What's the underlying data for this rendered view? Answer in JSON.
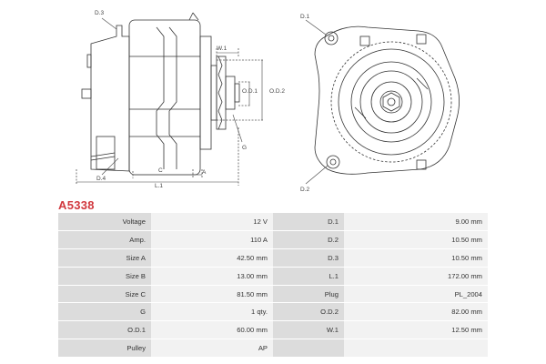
{
  "product": {
    "code": "A5338"
  },
  "drawing": {
    "labels": {
      "d3": "D.3",
      "d4": "D.4",
      "w1": "W.1",
      "od1": "O.D.1",
      "od2": "O.D.2",
      "g": "G",
      "c": "C",
      "a": "A",
      "l1": "L.1",
      "d1": "D.1",
      "d2": "D.2"
    }
  },
  "specs": [
    {
      "k1": "Voltage",
      "v1": "12 V",
      "k2": "D.1",
      "v2": "9.00 mm"
    },
    {
      "k1": "Amp.",
      "v1": "110 A",
      "k2": "D.2",
      "v2": "10.50 mm"
    },
    {
      "k1": "Size A",
      "v1": "42.50 mm",
      "k2": "D.3",
      "v2": "10.50 mm"
    },
    {
      "k1": "Size B",
      "v1": "13.00 mm",
      "k2": "L.1",
      "v2": "172.00 mm"
    },
    {
      "k1": "Size C",
      "v1": "81.50 mm",
      "k2": "Plug",
      "v2": "PL_2004"
    },
    {
      "k1": "G",
      "v1": "1 qty.",
      "k2": "O.D.2",
      "v2": "82.00 mm"
    },
    {
      "k1": "O.D.1",
      "v1": "60.00 mm",
      "k2": "W.1",
      "v2": "12.50 mm"
    },
    {
      "k1": "Pulley",
      "v1": "AP",
      "k2": "",
      "v2": ""
    }
  ]
}
